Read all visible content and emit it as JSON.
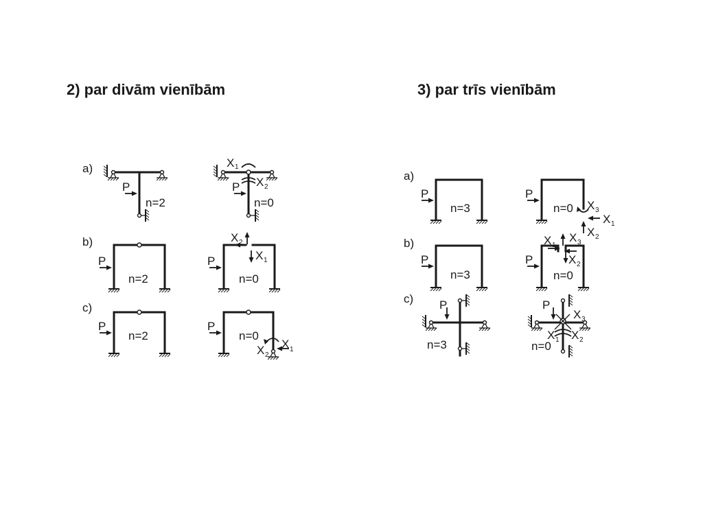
{
  "headings": {
    "left": "2) par divām vienībām",
    "right": "3) par trīs vienībām"
  },
  "labels": {
    "a": "a)",
    "b": "b)",
    "c": "c)",
    "P": "P",
    "X": "X",
    "sub1": "1",
    "sub2": "2",
    "sub3": "3",
    "n0": "n=0",
    "n2": "n=2",
    "n3": "n=3"
  }
}
